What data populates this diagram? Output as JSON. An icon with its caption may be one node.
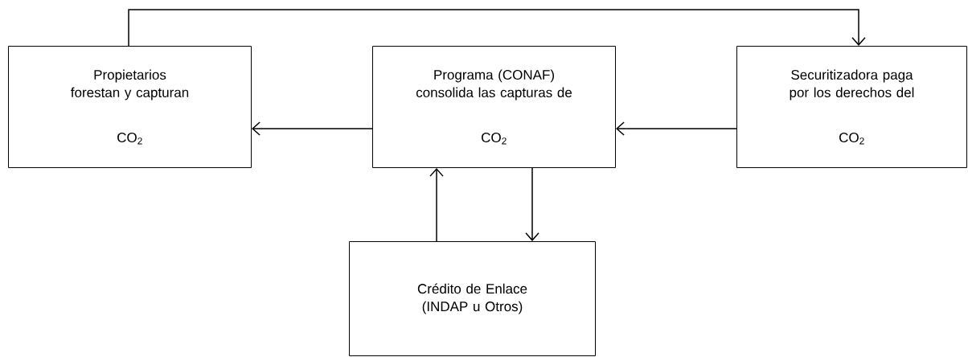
{
  "diagram": {
    "nodes": [
      {
        "text": [
          "Propietarios forestan y capturan",
          "CO$_{2}$"
        ]
      },
      {
        "text": [
          "Programa (CONAF) consolida las capturas de",
          "CO$_{2}$"
        ]
      },
      {
        "text": [
          "Securitizadora paga por los derechos del",
          "CO$_{2}$"
        ]
      },
      {
        "text": [
          "Crédito de Enlace (INDAP u Otros)"
        ]
      }
    ],
    "edges": [
      {
        "from": 0,
        "to": 2,
        "arrow": "to"
      },
      {
        "from": 2,
        "to": 1,
        "arrow": "to"
      },
      {
        "from": 1,
        "to": 0,
        "arrow": "to"
      },
      {
        "from": 1,
        "to": 3,
        "arrow": "to"
      },
      {
        "from": 3,
        "to": 1,
        "arrow": "to"
      }
    ]
  }
}
